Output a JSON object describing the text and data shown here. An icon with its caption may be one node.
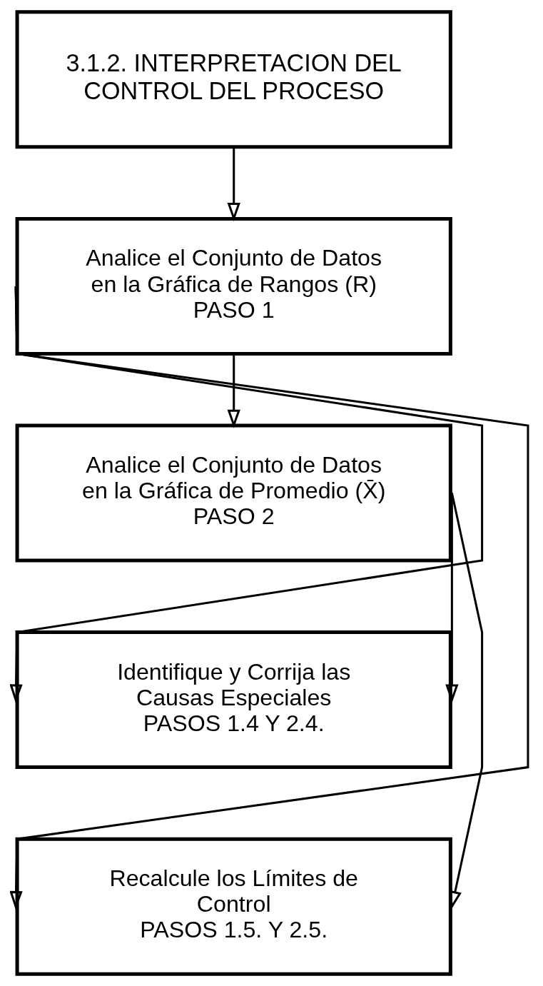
{
  "diagram": {
    "nodes": [
      {
        "text": [
          "3.1.2. INTERPRETACION DEL CONTROL DEL PROCESO"
        ]
      },
      {
        "text": [
          "Analice el Conjunto de Datos en la Gráfica de Rangos (R)",
          "PASO 1"
        ]
      },
      {
        "text": [
          "Analice el Conjunto de Datos en la Gráfica de Promedio (X̄)",
          "PASO 2"
        ]
      },
      {
        "text": [
          "Identifique y Corrija las Causas Especiales",
          "PASOS 1.4 Y 2.4."
        ]
      },
      {
        "text": [
          "Recalcule los Límites de Control",
          "PASOS 1.5. Y 2.5."
        ]
      }
    ],
    "edges": [
      {
        "from": 0,
        "to": 1,
        "arrow": "to"
      },
      {
        "from": 1,
        "to": 2,
        "arrow": "to"
      },
      {
        "from": 1,
        "to": 3,
        "arrow": "to"
      },
      {
        "from": 1,
        "to": 4,
        "arrow": "to"
      },
      {
        "from": 2,
        "to": 3,
        "arrow": "to"
      },
      {
        "from": 2,
        "to": 4,
        "arrow": "to"
      }
    ]
  }
}
